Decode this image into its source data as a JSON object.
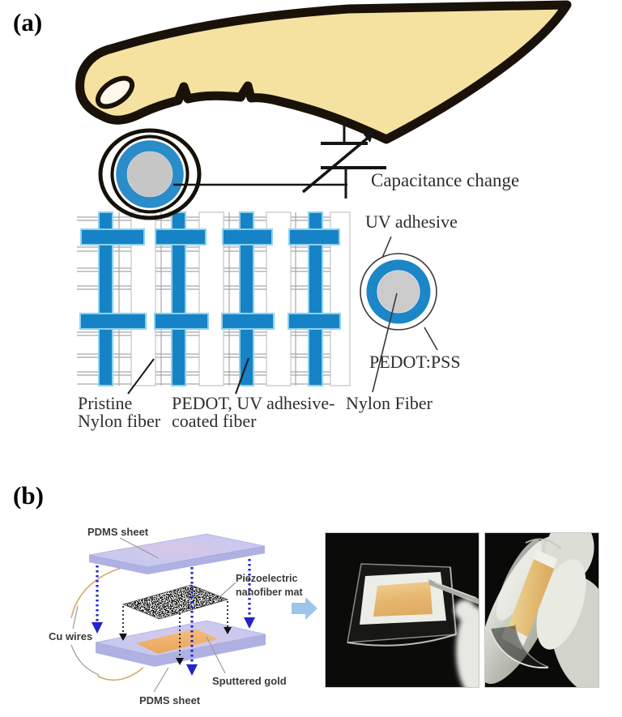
{
  "panels": {
    "a": {
      "label": "(a)",
      "capacitance_change": "Capacitance change",
      "uv_adhesive": "UV adhesive",
      "pedot_pss": "PEDOT:PSS",
      "nylon_fiber": "Nylon Fiber",
      "pristine_line1": "Pristine",
      "pristine_line2": "Nylon fiber",
      "coated_line1": "PEDOT, UV adhesive-",
      "coated_line2": "coated fiber"
    },
    "b": {
      "label": "(b)",
      "pdms_sheet_top": "PDMS sheet",
      "piezo_line1": "Piezoelectric",
      "piezo_line2": "nanofiber mat",
      "cu_wires": "Cu wires",
      "sputtered_gold": "Sputtered gold",
      "pdms_sheet_bottom": "PDMS sheet"
    }
  },
  "colors": {
    "fiber_blue": "#1583C5",
    "fiber_blue_light": "#8FD0EE",
    "finger_skin": "#F6E2A0",
    "pdms_lavender": "#C5C6EF",
    "sputtered_gold": "#F0B26E",
    "arrow_blue": "#2323CC",
    "block_arrow_blue": "#9CC5E9",
    "copper_wire": "#D9A96A"
  }
}
